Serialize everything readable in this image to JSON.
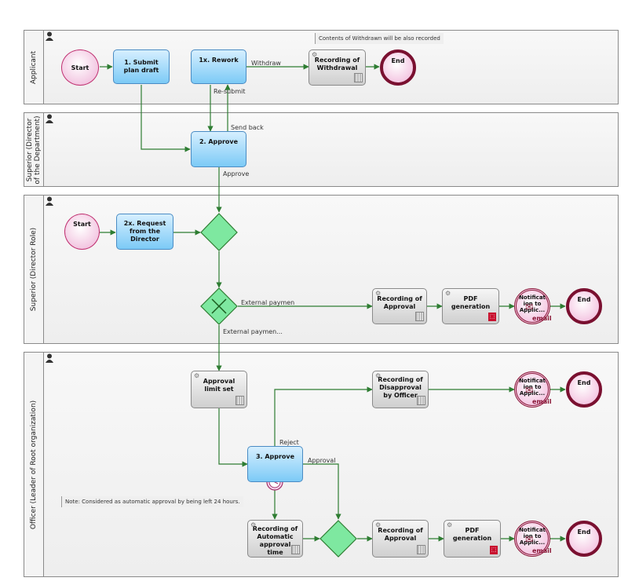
{
  "lanes": {
    "applicant": "Applicant",
    "director_dept": "Superior (Director of the Department)",
    "director_role": "Superior (Director Role)",
    "officer": "Officer (Leader of Root organization)"
  },
  "nodes": {
    "start1": "Start",
    "submit": "1. Submit plan draft",
    "rework": "1x. Rework",
    "withdraw_rec": "Recording of Withdrawal",
    "end1": "End",
    "approve2": "2. Approve",
    "start2": "Start",
    "request2x": "2x. Request from the Director",
    "rec_approval1": "Recording of Approval",
    "pdf1": "PDF generation",
    "notify1": "Notificat ion to Applic...",
    "end2": "End",
    "limit": "Approval limit set",
    "rec_disapproval": "Recording of Disapproval by Officer",
    "notify2": "Notificat ion to Applic...",
    "end3": "End",
    "approve3": "3. Approve",
    "rec_auto": "Recording of Automatic approval time",
    "rec_approval2": "Recording of Approval",
    "pdf2": "PDF generation",
    "notify3": "Notificat ion to Applic...",
    "end4": "End",
    "email": "email"
  },
  "flow_labels": {
    "withdraw": "Withdraw",
    "resubmit": "Re-submit",
    "send_back": "Send back",
    "approve": "Approve",
    "ext1": "External paymen",
    "ext2": "External paymen...",
    "reject": "Reject",
    "approval": "Approval"
  },
  "notes": {
    "withdrawn": "Contents of Withdrawn will be also recorded",
    "auto": "Note: Considered as automatic approval by being left 24 hours."
  },
  "colors": {
    "flow": "#2e7d32",
    "task_blue": "#7ccaf6",
    "task_gray": "#cfcfcf",
    "gateway": "#7ee8a0",
    "event": "#f2c4e0"
  }
}
